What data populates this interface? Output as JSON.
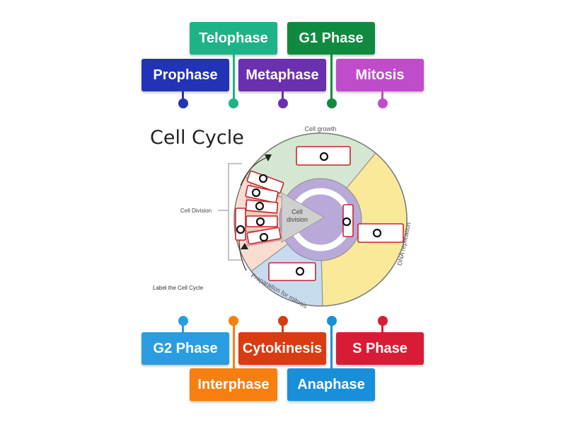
{
  "labels": {
    "telophase": "Telophase",
    "g1_phase": "G1 Phase",
    "prophase": "Prophase",
    "metaphase": "Metaphase",
    "mitosis": "Mitosis",
    "g2_phase": "G2 Phase",
    "cytokinesis": "Cytokinesis",
    "s_phase": "S Phase",
    "interphase": "Interphase",
    "anaphase": "Anaphase"
  },
  "diagram": {
    "title": "Cell Cycle",
    "cell_growth": "Cell growth",
    "dna_replication": "DNA replication",
    "preparation": "Preparation for mitosis",
    "cell_division_side": "Cell Division",
    "center_line1": "Cell",
    "center_line2": "division",
    "caption": "Label the Cell Cycle"
  },
  "colors": {
    "prophase": "#2233b8",
    "telophase": "#1eb387",
    "metaphase": "#6a30b0",
    "g1_phase": "#108a3f",
    "mitosis": "#c04ccc",
    "g2_phase": "#2a9de0",
    "interphase": "#f57f0f",
    "cytokinesis": "#d93c12",
    "anaphase": "#1a8fd9",
    "s_phase": "#d91c36",
    "growth_sector": "#d5e7d2",
    "dna_sector": "#fbe99a",
    "prep_sector": "#c7dbef",
    "division_sector": "#f9ddd0",
    "inner_ring": "#b9a9d8",
    "drop_box_border": "#c8252c"
  },
  "icons": [
    "arrow-head-icon",
    "circle-arrow-icon"
  ]
}
